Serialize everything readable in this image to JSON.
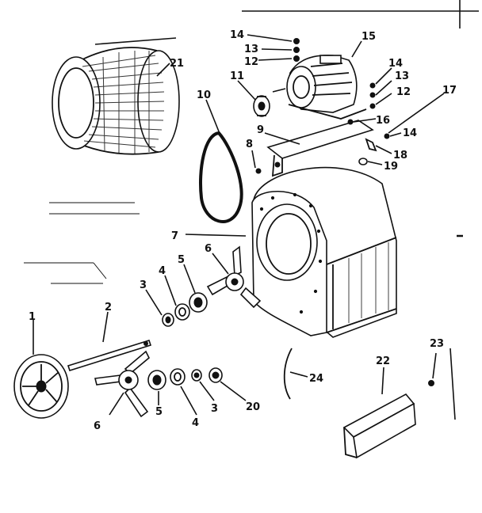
{
  "diagram": {
    "callouts": [
      {
        "id": "c1",
        "text": "1"
      },
      {
        "id": "c2",
        "text": "2"
      },
      {
        "id": "c3a",
        "text": "3"
      },
      {
        "id": "c4a",
        "text": "4"
      },
      {
        "id": "c5a",
        "text": "5"
      },
      {
        "id": "c6a",
        "text": "6"
      },
      {
        "id": "c7",
        "text": "7"
      },
      {
        "id": "c8",
        "text": "8"
      },
      {
        "id": "c9",
        "text": "9"
      },
      {
        "id": "c10",
        "text": "10"
      },
      {
        "id": "c11",
        "text": "11"
      },
      {
        "id": "c12a",
        "text": "12"
      },
      {
        "id": "c13a",
        "text": "13"
      },
      {
        "id": "c14a",
        "text": "14"
      },
      {
        "id": "c15",
        "text": "15"
      },
      {
        "id": "c14b",
        "text": "14"
      },
      {
        "id": "c13b",
        "text": "13"
      },
      {
        "id": "c12b",
        "text": "12"
      },
      {
        "id": "c16",
        "text": "16"
      },
      {
        "id": "c17",
        "text": "17"
      },
      {
        "id": "c14c",
        "text": "14"
      },
      {
        "id": "c18",
        "text": "18"
      },
      {
        "id": "c19",
        "text": "19"
      },
      {
        "id": "c21",
        "text": "21"
      },
      {
        "id": "c6b",
        "text": "6"
      },
      {
        "id": "c5b",
        "text": "5"
      },
      {
        "id": "c4b",
        "text": "4"
      },
      {
        "id": "c3b",
        "text": "3"
      },
      {
        "id": "c20",
        "text": "20"
      },
      {
        "id": "c24",
        "text": "24"
      },
      {
        "id": "c22",
        "text": "22"
      },
      {
        "id": "c23",
        "text": "23"
      }
    ]
  }
}
